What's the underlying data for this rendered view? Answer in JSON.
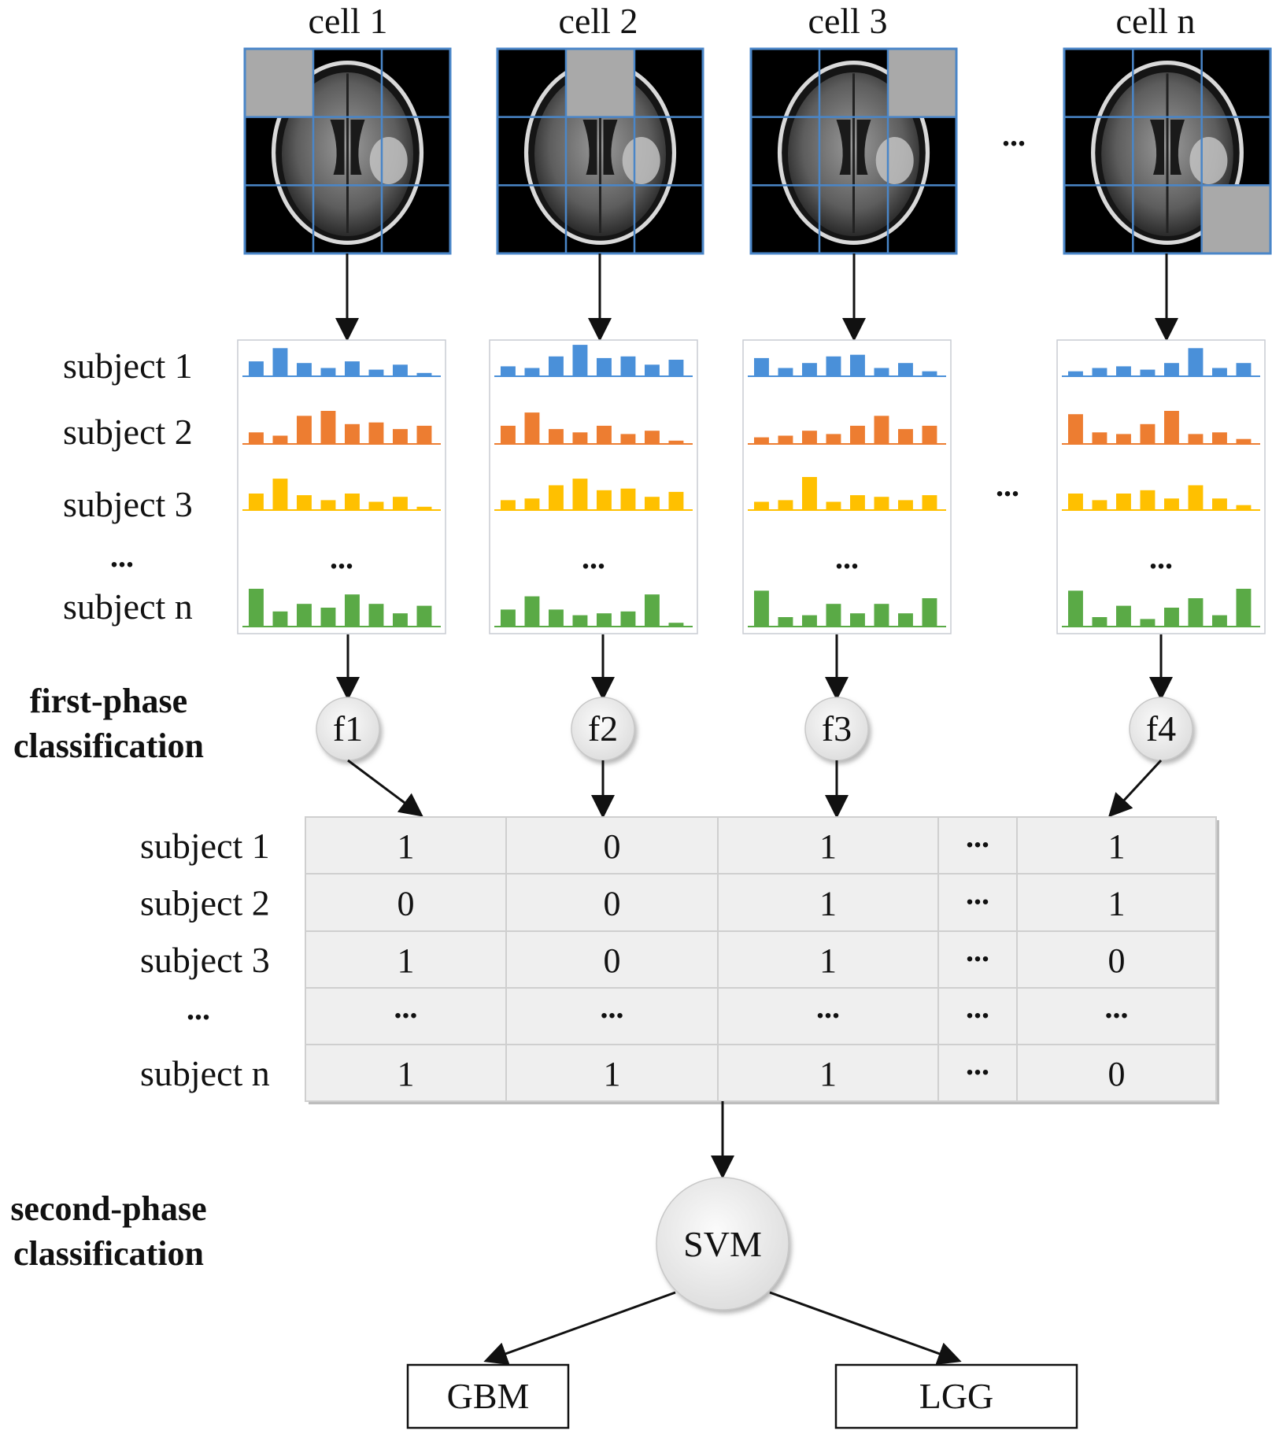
{
  "cells": [
    {
      "title": "cell 1",
      "highlight": [
        0,
        0
      ]
    },
    {
      "title": "cell 2",
      "highlight": [
        1,
        0
      ]
    },
    {
      "title": "cell 3",
      "highlight": [
        2,
        0
      ]
    },
    {
      "title": "cell n",
      "highlight": [
        2,
        2
      ]
    }
  ],
  "ellipsis": "...",
  "subjects": [
    "subject 1",
    "subject 2",
    "subject 3",
    "...",
    "subject n"
  ],
  "histogram_colors": [
    "#4a90d9",
    "#ed7d31",
    "#ffc000",
    "#5aaa46"
  ],
  "histograms": [
    {
      "subject_1": [
        0.45,
        0.85,
        0.4,
        0.25,
        0.45,
        0.2,
        0.35,
        0.1
      ],
      "subject_2": [
        0.35,
        0.25,
        0.85,
        1.0,
        0.6,
        0.65,
        0.45,
        0.55
      ],
      "subject_3": [
        0.5,
        0.95,
        0.45,
        0.3,
        0.5,
        0.25,
        0.4,
        0.1
      ],
      "subject_n": [
        1.0,
        0.4,
        0.6,
        0.5,
        0.85,
        0.6,
        0.35,
        0.55
      ]
    },
    {
      "subject_1": [
        0.3,
        0.25,
        0.6,
        0.95,
        0.55,
        0.6,
        0.35,
        0.5
      ],
      "subject_2": [
        0.55,
        0.95,
        0.45,
        0.35,
        0.55,
        0.3,
        0.4,
        0.1
      ],
      "subject_3": [
        0.3,
        0.35,
        0.75,
        0.95,
        0.6,
        0.65,
        0.4,
        0.55
      ],
      "subject_n": [
        0.45,
        0.8,
        0.45,
        0.3,
        0.35,
        0.4,
        0.85,
        0.1
      ]
    },
    {
      "subject_1": [
        0.55,
        0.25,
        0.4,
        0.6,
        0.65,
        0.25,
        0.4,
        0.15
      ],
      "subject_2": [
        0.2,
        0.25,
        0.4,
        0.3,
        0.55,
        0.85,
        0.45,
        0.55
      ],
      "subject_3": [
        0.25,
        0.3,
        1.0,
        0.25,
        0.45,
        0.4,
        0.3,
        0.45
      ],
      "subject_n": [
        0.95,
        0.25,
        0.3,
        0.6,
        0.35,
        0.6,
        0.35,
        0.75
      ]
    },
    {
      "subject_1": [
        0.15,
        0.25,
        0.3,
        0.2,
        0.4,
        0.85,
        0.25,
        0.4
      ],
      "subject_2": [
        0.9,
        0.35,
        0.3,
        0.6,
        1.0,
        0.3,
        0.35,
        0.15
      ],
      "subject_3": [
        0.5,
        0.3,
        0.5,
        0.6,
        0.35,
        0.75,
        0.35,
        0.15
      ],
      "subject_n": [
        0.95,
        0.25,
        0.55,
        0.2,
        0.5,
        0.75,
        0.3,
        1.0
      ]
    }
  ],
  "first_phase": {
    "line1": "first-phase",
    "line2": "classification"
  },
  "classifiers": [
    "f1",
    "f2",
    "f3",
    "f4"
  ],
  "table": {
    "rows": [
      {
        "label": "subject 1",
        "values": [
          "1",
          "0",
          "1",
          "...",
          "1"
        ]
      },
      {
        "label": "subject 2",
        "values": [
          "0",
          "0",
          "1",
          "...",
          "1"
        ]
      },
      {
        "label": "subject 3",
        "values": [
          "1",
          "0",
          "1",
          "...",
          "0"
        ]
      },
      {
        "label": "...",
        "values": [
          "...",
          "...",
          "...",
          "...",
          "..."
        ]
      },
      {
        "label": "subject n",
        "values": [
          "1",
          "1",
          "1",
          "...",
          "0"
        ]
      }
    ]
  },
  "second_phase": {
    "line1": "second-phase",
    "line2": "classification"
  },
  "svm": "SVM",
  "outputs": [
    "GBM",
    "LGG"
  ]
}
